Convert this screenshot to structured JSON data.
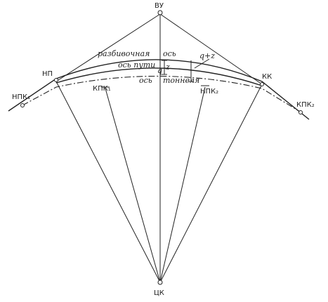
{
  "labels": {
    "vu": "ВУ",
    "tsk": "ЦК",
    "np": "НП",
    "kk": "КК",
    "npk1": "НПК₁",
    "kpk1": "КПК₁",
    "npk2": "НПК₂",
    "kpk2": "КПК₂",
    "razbivochnaya": "разбивочная",
    "os1": "ось",
    "os_puti": "ось пути",
    "os2": "ось",
    "tonnelya": "тоннеля",
    "q_plus_z": "q+z",
    "z": "z",
    "q": "q"
  }
}
